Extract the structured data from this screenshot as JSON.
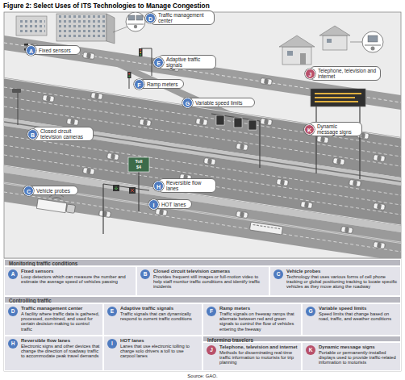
{
  "diagram": {
    "title": "Figure 2: Select Uses of ITS Technologies to Manage Congestion",
    "caption": "Source: GAO.",
    "nodes": [
      {
        "text": [
          "D",
          "Traffic management center"
        ]
      },
      {
        "text": [
          "A",
          "Fixed sensors"
        ]
      },
      {
        "text": [
          "E",
          "Adaptive traffic signals"
        ]
      },
      {
        "text": [
          "J",
          "Telephone, television and internet"
        ]
      },
      {
        "text": [
          "F",
          "Ramp meters"
        ]
      },
      {
        "text": [
          "G",
          "Variable speed limits"
        ]
      },
      {
        "text": [
          "K",
          "Dynamic message signs"
        ]
      },
      {
        "text": [
          "B",
          "Closed circuit television cameras"
        ]
      },
      {
        "text": [
          "H",
          "Reversible flow lanes"
        ]
      },
      {
        "text": [
          "C",
          "Vehicle probes"
        ]
      },
      {
        "text": [
          "I",
          "HOT lanes"
        ]
      },
      {
        "text": [
          "Monitoring traffic conditions"
        ]
      },
      {
        "text": [
          "A",
          "Fixed sensors",
          "Loop detectors which can measure the number and estimate the average speed of vehicles passing"
        ]
      },
      {
        "text": [
          "B",
          "Closed circuit television cameras",
          "Provides frequent still images or full-motion video to help staff monitor traffic conditions and identify traffic incidents"
        ]
      },
      {
        "text": [
          "C",
          "Vehicle probes",
          "Technology that uses various forms of cell phone tracking or global positioning tracking to locate specific vehicles as they move along the roadway"
        ]
      },
      {
        "text": [
          "Controlling traffic"
        ]
      },
      {
        "text": [
          "D",
          "Traffic management center",
          "A facility where traffic data is gathered, processed, combined, and used for certain decision-making to control traffic"
        ]
      },
      {
        "text": [
          "E",
          "Adaptive traffic signals",
          "Traffic signals that can dynamically respond to current traffic conditions"
        ]
      },
      {
        "text": [
          "F",
          "Ramp meters",
          "Traffic signals on freeway ramps that alternate between red and green signals to control the flow of vehicles entering the freeway"
        ]
      },
      {
        "text": [
          "G",
          "Variable speed limits",
          "Speed limits that change based on road, traffic, and weather conditions"
        ]
      },
      {
        "text": [
          "Informing travelers"
        ]
      },
      {
        "text": [
          "H",
          "Reversible flow lanes",
          "Electronic signs and other devices that change the direction of roadway traffic to accommodate peak travel demands"
        ]
      },
      {
        "text": [
          "I",
          "HOT lanes",
          "Lanes that use electronic tolling to charge solo drivers a toll to use carpool lanes"
        ]
      },
      {
        "text": [
          "J",
          "Telephone, television and internet",
          "Methods for disseminating real-time traffic information to motorists for trip planning"
        ]
      },
      {
        "text": [
          "K",
          "Dynamic message signs",
          "Portable or permanently-installed displays used to provide traffic-related information to motorists"
        ]
      }
    ],
    "labels": [
      "Toll",
      "$4"
    ]
  }
}
